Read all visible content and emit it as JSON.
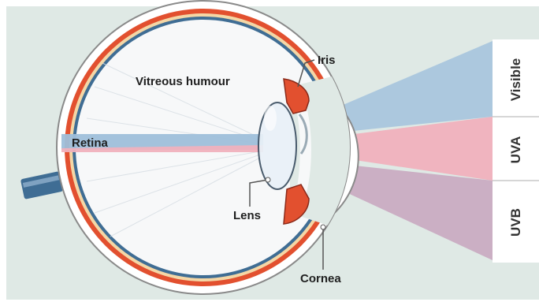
{
  "labels": {
    "vitreous": "Vitreous humour",
    "iris": "Iris",
    "retina": "Retina",
    "lens": "Lens",
    "cornea": "Cornea"
  },
  "bands": [
    {
      "name": "Visible",
      "color": "#a9c6dd"
    },
    {
      "name": "UVA",
      "color": "#f0b1bd"
    },
    {
      "name": "UVB",
      "color": "#c9a8c0"
    }
  ],
  "colors": {
    "background": "#dfe9e5",
    "eye_wall_red": "#e2502f",
    "eye_wall_blue": "#3f6d94",
    "vitreous_fill": "#f7f8f9"
  }
}
